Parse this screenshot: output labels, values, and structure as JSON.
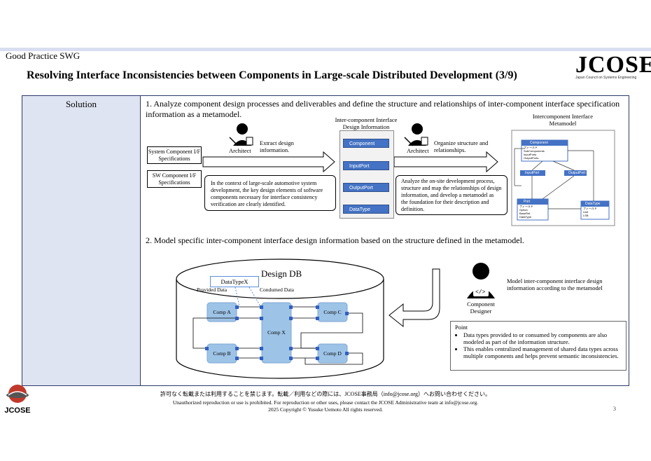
{
  "header": {
    "org": "Good Practice SWG",
    "title": "Resolving Interface Inconsistencies between Components in Large-scale Distributed Development (3/9)",
    "logo_text": "JCOSE",
    "logo_sub": "Japan Council on Systems Engineering"
  },
  "left_label": "Solution",
  "step1": {
    "text": "1.  Analyze component design processes and deliverables and define the structure and relationships of inter-component interface specification information as a metamodel.",
    "specs": [
      "System Component I/F Specifications",
      "SW Component I/F Specifications"
    ],
    "architect1": "Architect",
    "extract": "Extract design information.",
    "context_note": "In the context of large-scale automotive system development, the key design elements of software components necessary for interface consistency verification are clearly identified.",
    "info_title": "Inter-component Interface Design Information",
    "info_items": [
      "Component",
      "InputPort",
      "OutputPort",
      "DataType"
    ],
    "architect2": "Architect",
    "organize": "Organize structure and relationships.",
    "analyze_note": "Analyze the on-site development process, structure and map the relationships of design information, and develop a metamodel as the foundation for their description and definition.",
    "meta_title": "Intercomponent Interface Metamodel",
    "meta_nodes": {
      "component": "Component",
      "component_attr_head": "フィールド",
      "component_attrs": [
        "SubComponents",
        "InputPorts",
        "OutputPorts"
      ],
      "input": "InputPort",
      "output": "OutputPort",
      "port": "Port",
      "port_attr_head": "フィールド",
      "port_attrs": [
        "Option",
        "BaseRef",
        "DataType"
      ],
      "datatype": "DataType",
      "datatype_attr_head": "フィールド",
      "datatype_attrs": [
        "Unit",
        "LSB"
      ]
    }
  },
  "step2": {
    "text": "2.  Model specific inter-component interface design information based on the structure defined in the metamodel.",
    "db_title": "Design DB",
    "datatype": "DataTypeX",
    "provided": "Provided Data",
    "consumed": "Condumed Data",
    "comps": [
      "Comp A",
      "Comp B",
      "Comp X",
      "Comp C",
      "Comp D"
    ],
    "designer": "Component Designer",
    "model_text": "Model inter-component interface design information according to the metamodel",
    "point_title": "Point",
    "points": [
      "Data types provided to or consumed by components are also modeled as part of the information structure.",
      "This enables centralized management of shared data types across multiple components and helps prevent semantic inconsistencies."
    ]
  },
  "footer": {
    "jp": "許可なく転載または利用することを禁じます。転載／利用などの際には、JCOSE事務局（info@jcose.org）へお問い合わせください。",
    "en": "Unauthorized reproduction or use is prohibited.  For reproduction or other uses, please contact the JCOSE Administrative team at info@jcose.org.",
    "copyright": "2025 Copyright © Yusuke Uemoto All rights reserved.",
    "page": "3",
    "corner_logo": "JCOSE"
  },
  "colors": {
    "accent_band": "#d9dff0",
    "left_panel": "#dee4f1",
    "item_blue": "#4472c4",
    "comp_blue": "#9dc3e6"
  }
}
